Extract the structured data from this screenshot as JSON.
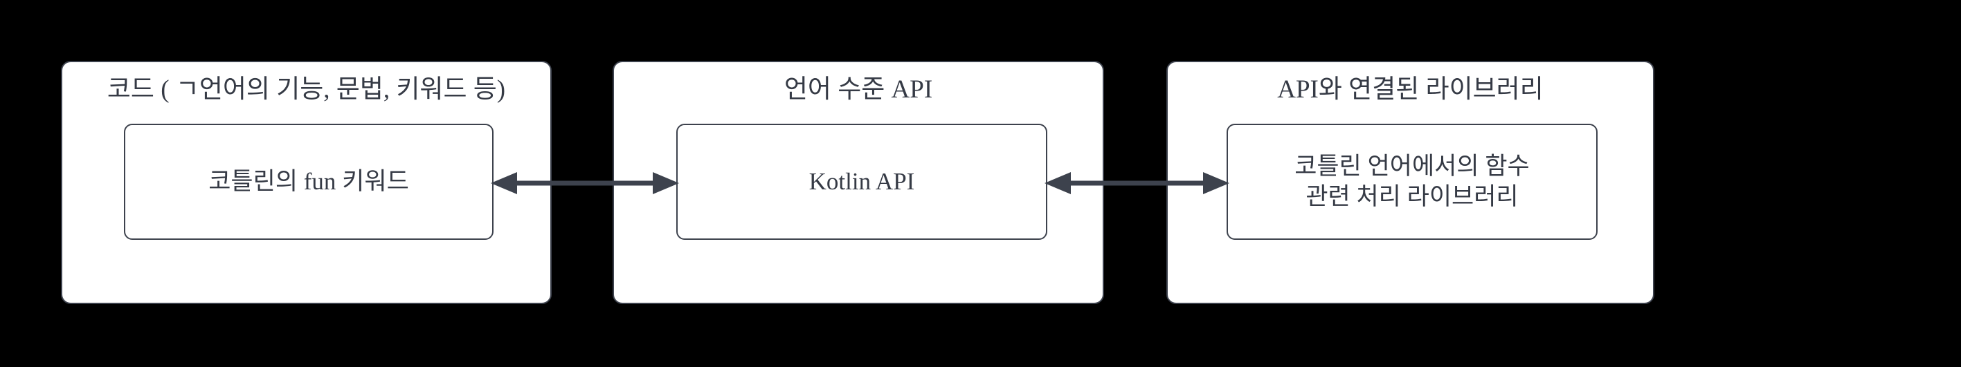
{
  "diagram": {
    "title": "Kotlin layered API diagram",
    "background_color": "#000000",
    "stroke_color": "#3d424d",
    "fill_color": "#ffffff",
    "text_color": "#353a45",
    "boxes": [
      {
        "id": "code-layer",
        "title": "코드 ( ㄱ언어의 기능, 문법, 키워드 등)",
        "inner_label": "코틀린의 fun 키워드"
      },
      {
        "id": "language-api-layer",
        "title": "언어 수준 API",
        "inner_label": "Kotlin API"
      },
      {
        "id": "library-layer",
        "title": "API와 연결된 라이브러리",
        "inner_label": "코틀린 언어에서의 함수\n관련 처리 라이브러리"
      }
    ],
    "connectors": [
      {
        "id": "connector-code-api",
        "type": "double-arrow",
        "from": "code-layer",
        "to": "language-api-layer"
      },
      {
        "id": "connector-api-library",
        "type": "double-arrow",
        "from": "language-api-layer",
        "to": "library-layer"
      }
    ]
  }
}
